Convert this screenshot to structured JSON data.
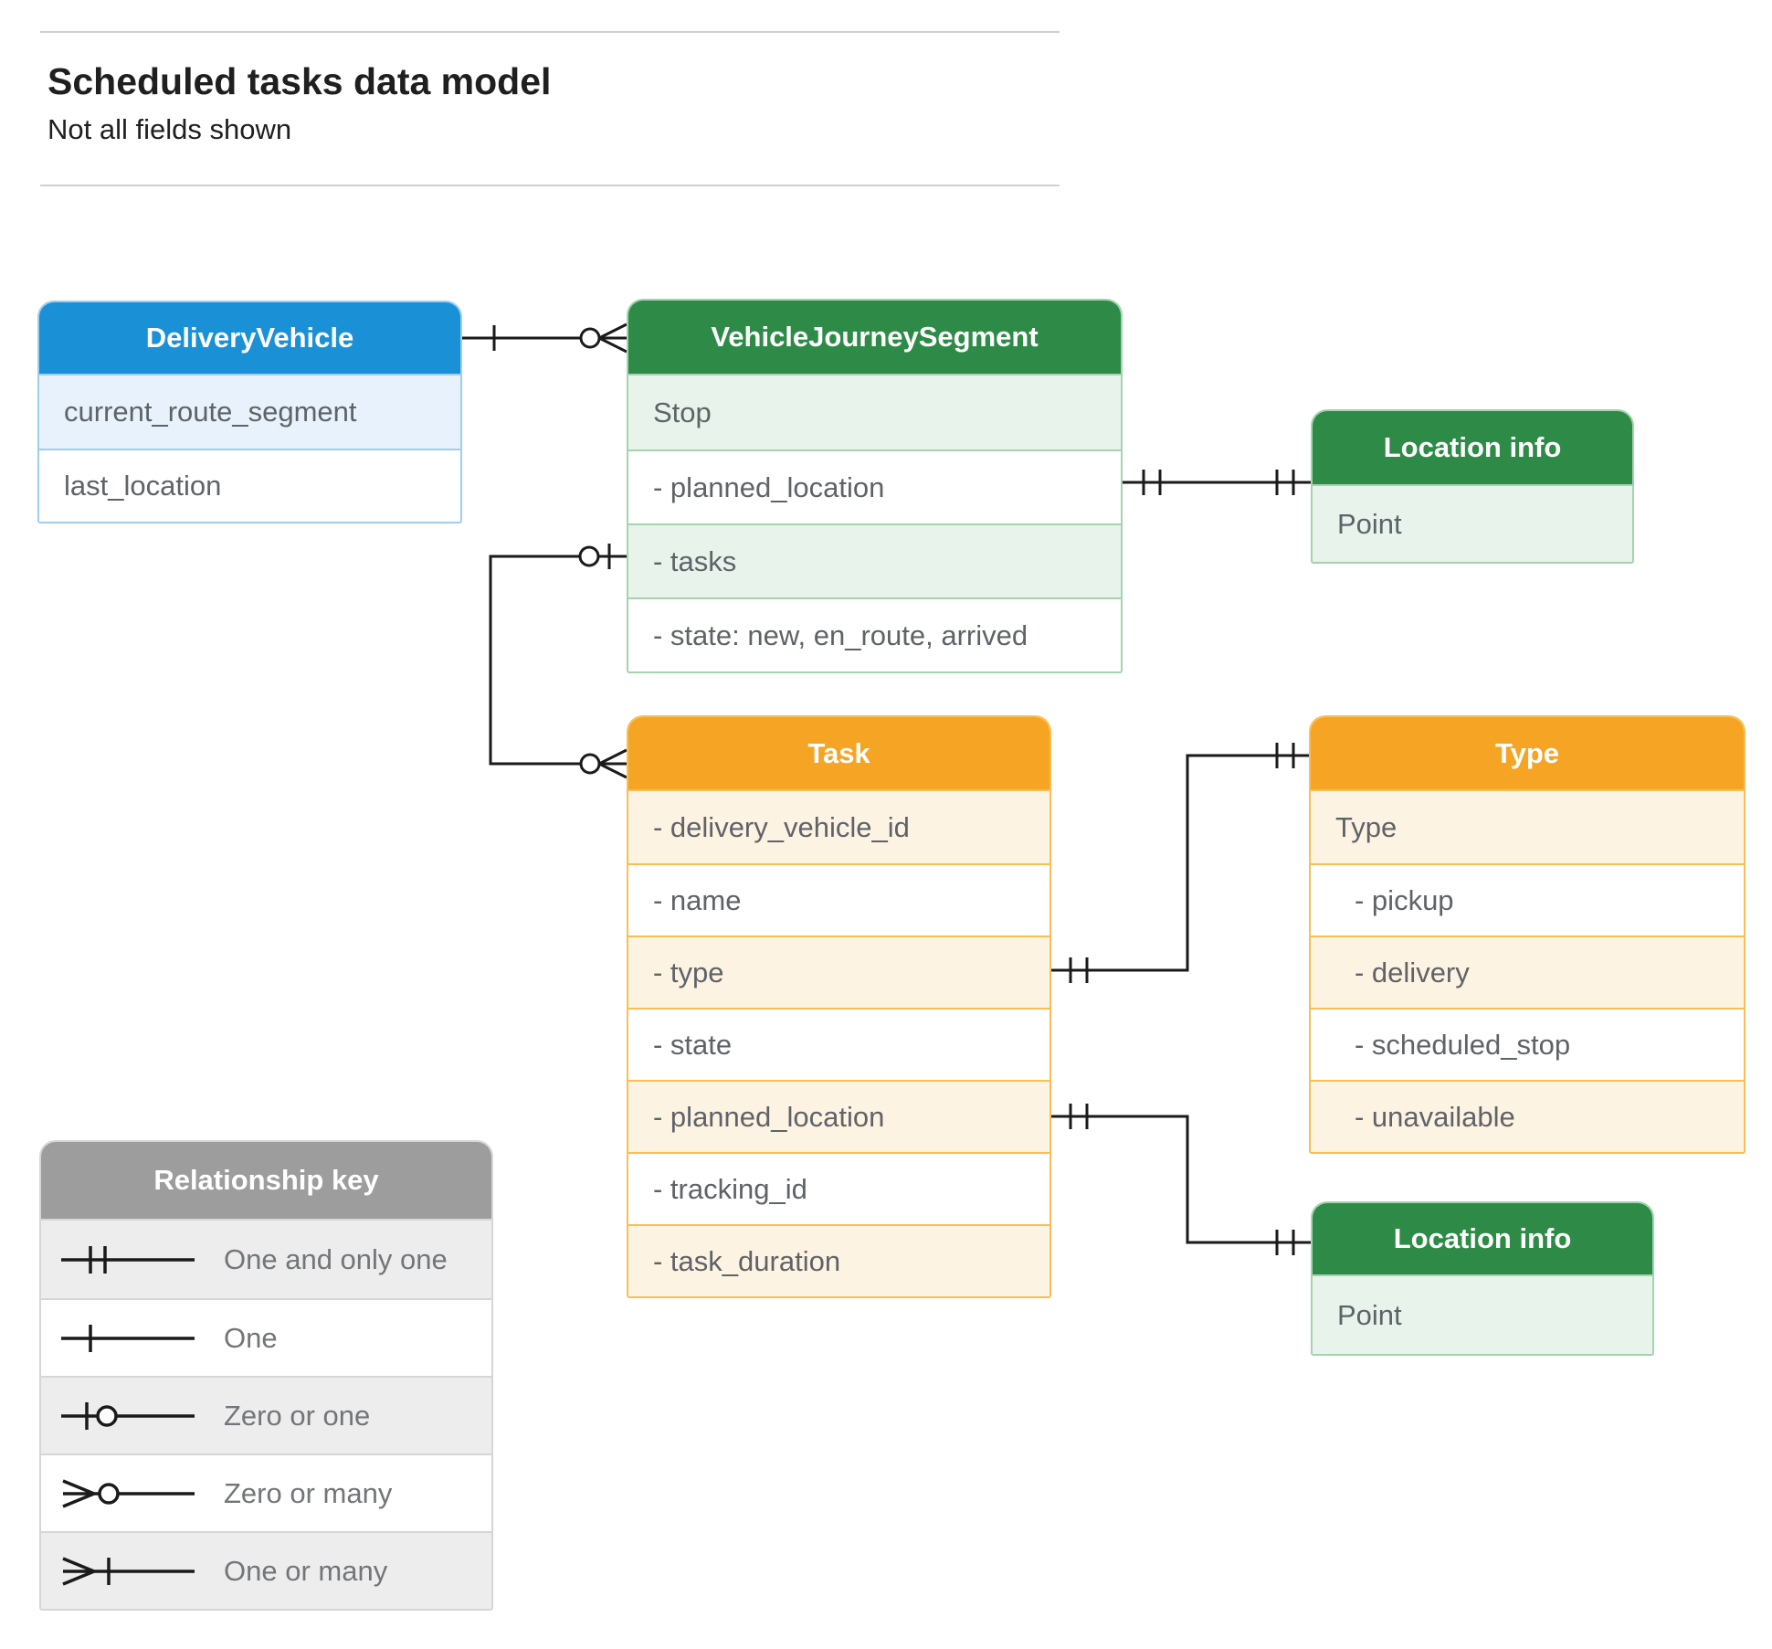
{
  "page": {
    "title": "Scheduled tasks data model",
    "subtitle": "Not all fields shown"
  },
  "entities": [
    {
      "id": "delivery_vehicle",
      "title": "DeliveryVehicle",
      "theme": "blue",
      "fields": [
        "current_route_segment",
        "last_location"
      ]
    },
    {
      "id": "vehicle_journey_segment",
      "title": "VehicleJourneySegment",
      "theme": "green",
      "fields": [
        "Stop",
        "- planned_location",
        "- tasks",
        "- state: new, en_route, arrived"
      ]
    },
    {
      "id": "location_info_top",
      "title": "Location info",
      "theme": "green",
      "fields": [
        "Point"
      ]
    },
    {
      "id": "task",
      "title": "Task",
      "theme": "orange",
      "fields": [
        "- delivery_vehicle_id",
        "- name",
        "- type",
        "- state",
        "- planned_location",
        "- tracking_id",
        "- task_duration"
      ]
    },
    {
      "id": "type",
      "title": "Type",
      "theme": "orange",
      "fields": [
        "Type",
        "- pickup",
        "- delivery",
        "- scheduled_stop",
        "- unavailable"
      ]
    },
    {
      "id": "location_info_bottom",
      "title": "Location info",
      "theme": "green",
      "fields": [
        "Point"
      ]
    }
  ],
  "legend": {
    "title": "Relationship key",
    "items": [
      {
        "symbol": "one-and-only-one",
        "label": "One and only one"
      },
      {
        "symbol": "one",
        "label": "One"
      },
      {
        "symbol": "zero-or-one",
        "label": "Zero or one"
      },
      {
        "symbol": "zero-or-many",
        "label": "Zero or many"
      },
      {
        "symbol": "one-or-many",
        "label": "One or many"
      }
    ]
  },
  "relationships": [
    {
      "from": "DeliveryVehicle",
      "to": "VehicleJourneySegment",
      "from_cardinality": "one",
      "to_cardinality": "zero-or-many"
    },
    {
      "from": "VehicleJourneySegment.tasks",
      "to": "Task",
      "from_cardinality": "zero-or-one",
      "to_cardinality": "zero-or-many"
    },
    {
      "from": "VehicleJourneySegment.planned_location",
      "to": "Location info",
      "from_cardinality": "one-and-only-one",
      "to_cardinality": "one-and-only-one"
    },
    {
      "from": "Task.type",
      "to": "Type",
      "from_cardinality": "one-and-only-one",
      "to_cardinality": "one-and-only-one"
    },
    {
      "from": "Task.planned_location",
      "to": "Location info",
      "from_cardinality": "one-and-only-one",
      "to_cardinality": "one-and-only-one"
    }
  ],
  "colors": {
    "blue_header": "#1a91d7",
    "blue_tint": "#e8f2fc",
    "blue_border": "#9ecdef",
    "green_header": "#2e8b47",
    "green_tint": "#e8f3eb",
    "green_border": "#a4d3ad",
    "orange_header": "#f6a424",
    "orange_tint": "#fdf3e3",
    "orange_border": "#f9be55",
    "gray_header": "#9d9d9d",
    "gray_tint": "#ededed",
    "field_text": "#5f6368",
    "legend_text": "#737578",
    "connector": "#1a1a1a",
    "rule": "#cfcfcf",
    "title_text": "#1f1f1f"
  }
}
